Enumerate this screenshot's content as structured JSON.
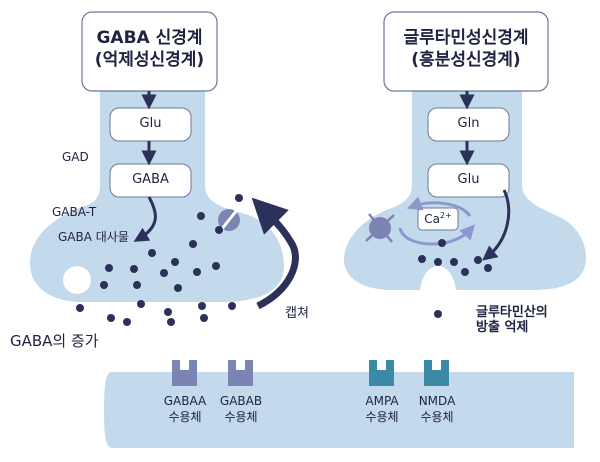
{
  "colors": {
    "neuron": "#c3d9ec",
    "box_border": "#6b7896",
    "arrow": "#2b3158",
    "vesicle": "#2b3158",
    "gaba_receptor": "#7c84b4",
    "glu_receptor": "#3c8aa6",
    "calcium_arrow": "#8c98cc"
  },
  "left": {
    "title_line1": "GABA 신경계",
    "title_line2": "(억제성신경계)",
    "box_glu": "Glu",
    "box_gaba": "GABA",
    "gad_label": "GAD",
    "gabat_label": "GABA-T",
    "metabolite_label": "GABA 대사물",
    "reuptake_label": "캡쳐",
    "increase_label": "GABA의 증가"
  },
  "right": {
    "title_line1": "글루타민성신경계",
    "title_line2": "(흥분성신경계)",
    "box_gln": "Gln",
    "box_glu": "Glu",
    "calcium_base": "Ca",
    "calcium_sup": "2+",
    "release_label_line1": "글루타민산의",
    "release_label_line2": "방출 억제"
  },
  "receptors": [
    {
      "line1": "GABAA",
      "line2": "수용체",
      "type": "gaba"
    },
    {
      "line1": "GABAB",
      "line2": "수용체",
      "type": "gaba"
    },
    {
      "line1": "AMPA",
      "line2": "수용체",
      "type": "glu"
    },
    {
      "line1": "NMDA",
      "line2": "수용체",
      "type": "glu"
    }
  ],
  "icons": [
    "blocked-channel-icon",
    "no-sign-icon"
  ]
}
